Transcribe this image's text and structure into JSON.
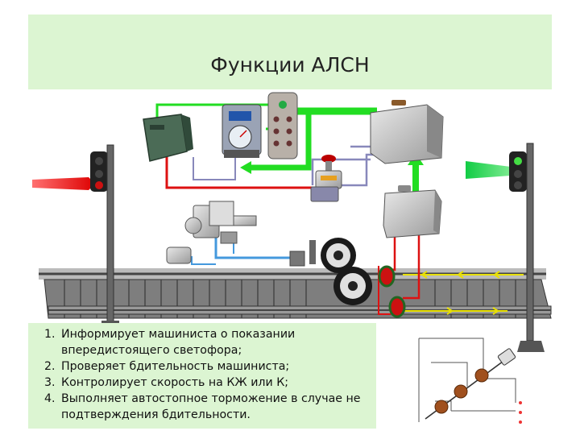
{
  "title": "Функции АЛСН",
  "functions": [
    "Информирует машиниста о показании впередистоящего светофора;",
    "Проверяет бдительность машиниста;",
    "Контролирует скорость на КЖ или К;",
    "Выполняет автостопное торможение в случае не подтверждения бдительности."
  ],
  "colors": {
    "title_band": "#dcf5d2",
    "green_line": "#22dd22",
    "red_line": "#dd1111",
    "blue_line": "#4499dd",
    "purple_line": "#8888bb",
    "signal_red": "#ee2222",
    "signal_green": "#22cc44",
    "rail": "#555555"
  }
}
